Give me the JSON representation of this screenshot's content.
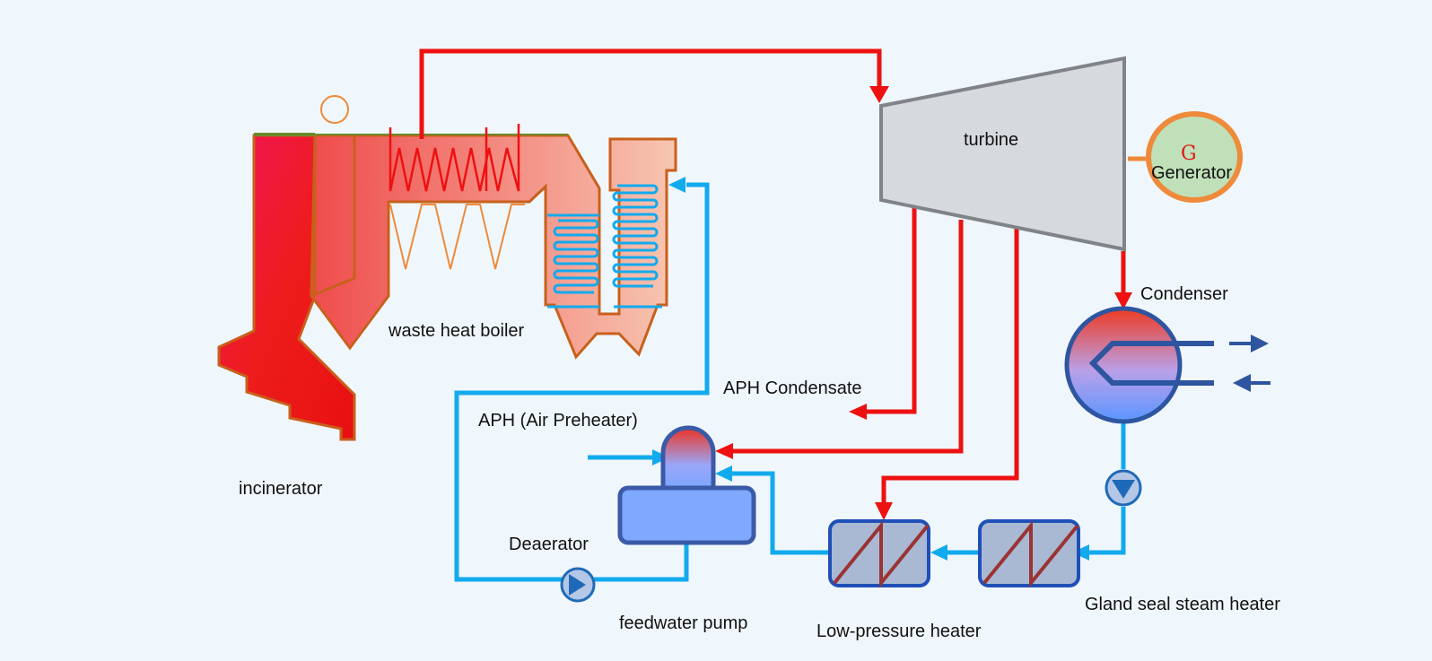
{
  "labels": {
    "turbine": "turbine",
    "generator_symbol": "G",
    "generator": "Generator",
    "condenser": "Condenser",
    "waste_heat_boiler": "waste heat boiler",
    "aph_condensate": "APH Condensate",
    "aph": "APH (Air Preheater)",
    "incinerator": "incinerator",
    "deaerator": "Deaerator",
    "feedwater_pump": "feedwater pump",
    "low_pressure_heater": "Low-pressure heater",
    "gland_seal_heater": "Gland seal steam heater"
  },
  "colors": {
    "background": "#f0f7fc",
    "steam_line": "#ee1111",
    "water_line": "#12aaee",
    "turbine_fill": "#d6dade",
    "turbine_stroke": "#808488",
    "generator_fill": "#bfe0b8",
    "generator_ring": "#ee8a3a",
    "boiler_outline": "#c8601c",
    "heater_fill": "#a9b9d4",
    "heater_stroke": "#1f4fb8",
    "heater_slash": "#9a3434",
    "vessel_fill": "#7fa8ff",
    "vessel_stroke": "#3a5aa8",
    "condenser_coil": "#2e55a0"
  },
  "icons": [
    "generator-icon",
    "pump-icon",
    "flow-arrow-icon",
    "heat-exchanger-icon"
  ]
}
